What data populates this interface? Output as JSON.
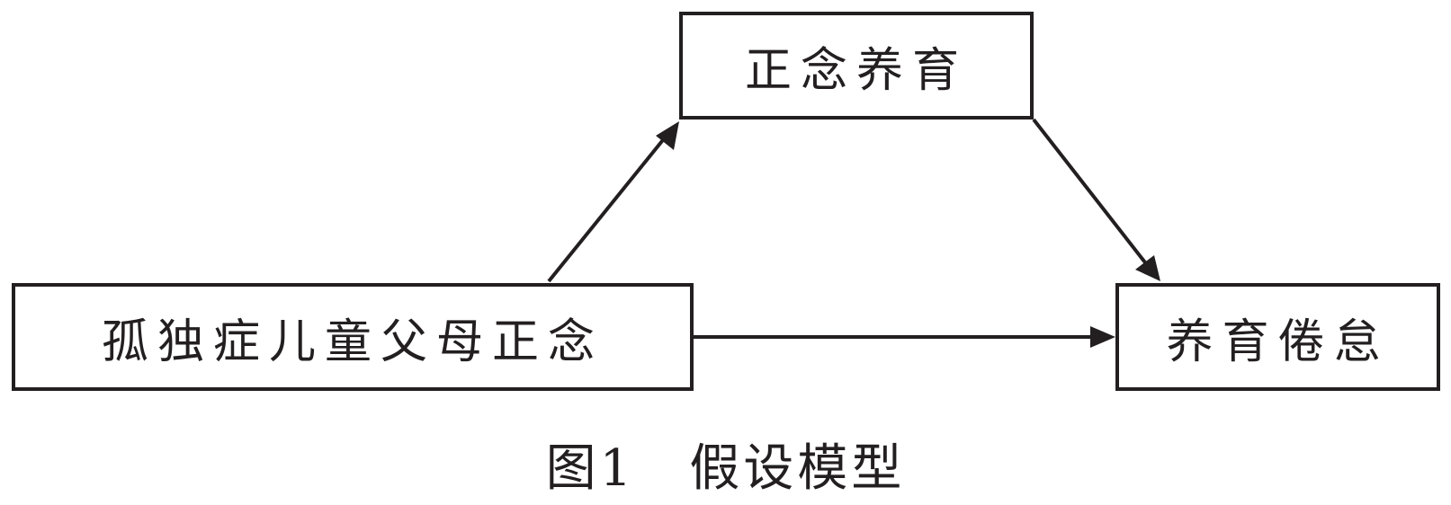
{
  "nodes": {
    "mediator": "正念养育",
    "predictor": "孤独症儿童父母正念",
    "outcome": "养育倦怠"
  },
  "caption": {
    "number": "图1",
    "title": "假设模型"
  },
  "edges": [
    {
      "from": "predictor",
      "to": "mediator"
    },
    {
      "from": "mediator",
      "to": "outcome"
    },
    {
      "from": "predictor",
      "to": "outcome"
    }
  ]
}
